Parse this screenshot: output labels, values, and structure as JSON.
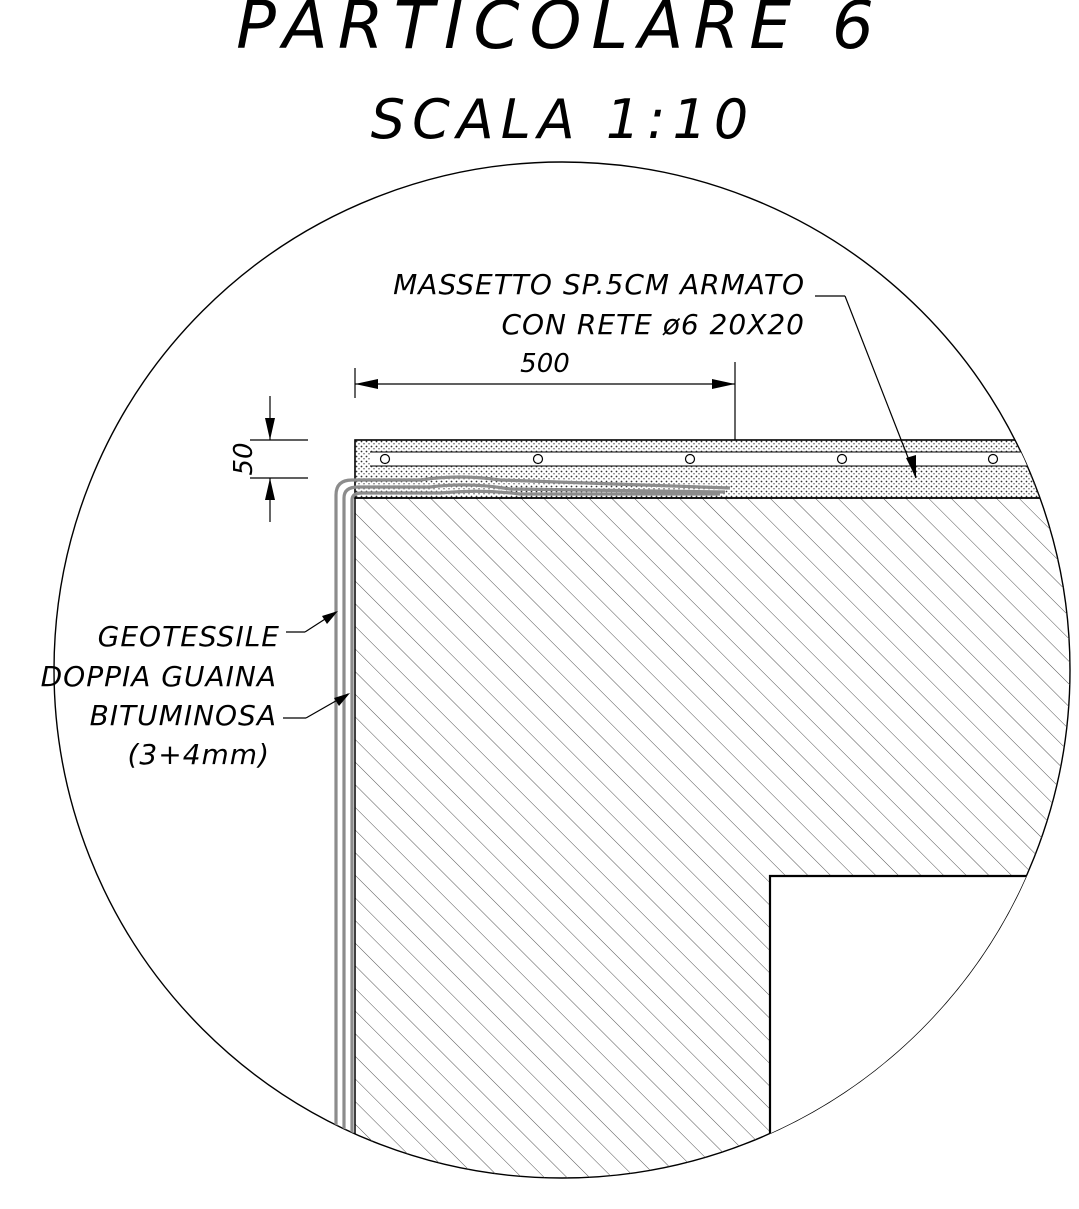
{
  "title": "PARTICOLARE 6",
  "subtitle": "SCALA 1:10",
  "labels": {
    "massetto_line1": "MASSETTO SP.5CM ARMATO",
    "massetto_line2": "CON RETE ø6 20X20",
    "geotessile": "GEOTESSILE",
    "guaina_line1": "DOPPIA GUAINA",
    "guaina_line2": "BITUMINOSA",
    "guaina_line3": "(3+4mm)"
  },
  "dimensions": {
    "horizontal": "500",
    "vertical": "50"
  },
  "colors": {
    "line": "#000000",
    "membrane": "#8c8c8c",
    "hatch": "#555555",
    "background": "#ffffff"
  }
}
